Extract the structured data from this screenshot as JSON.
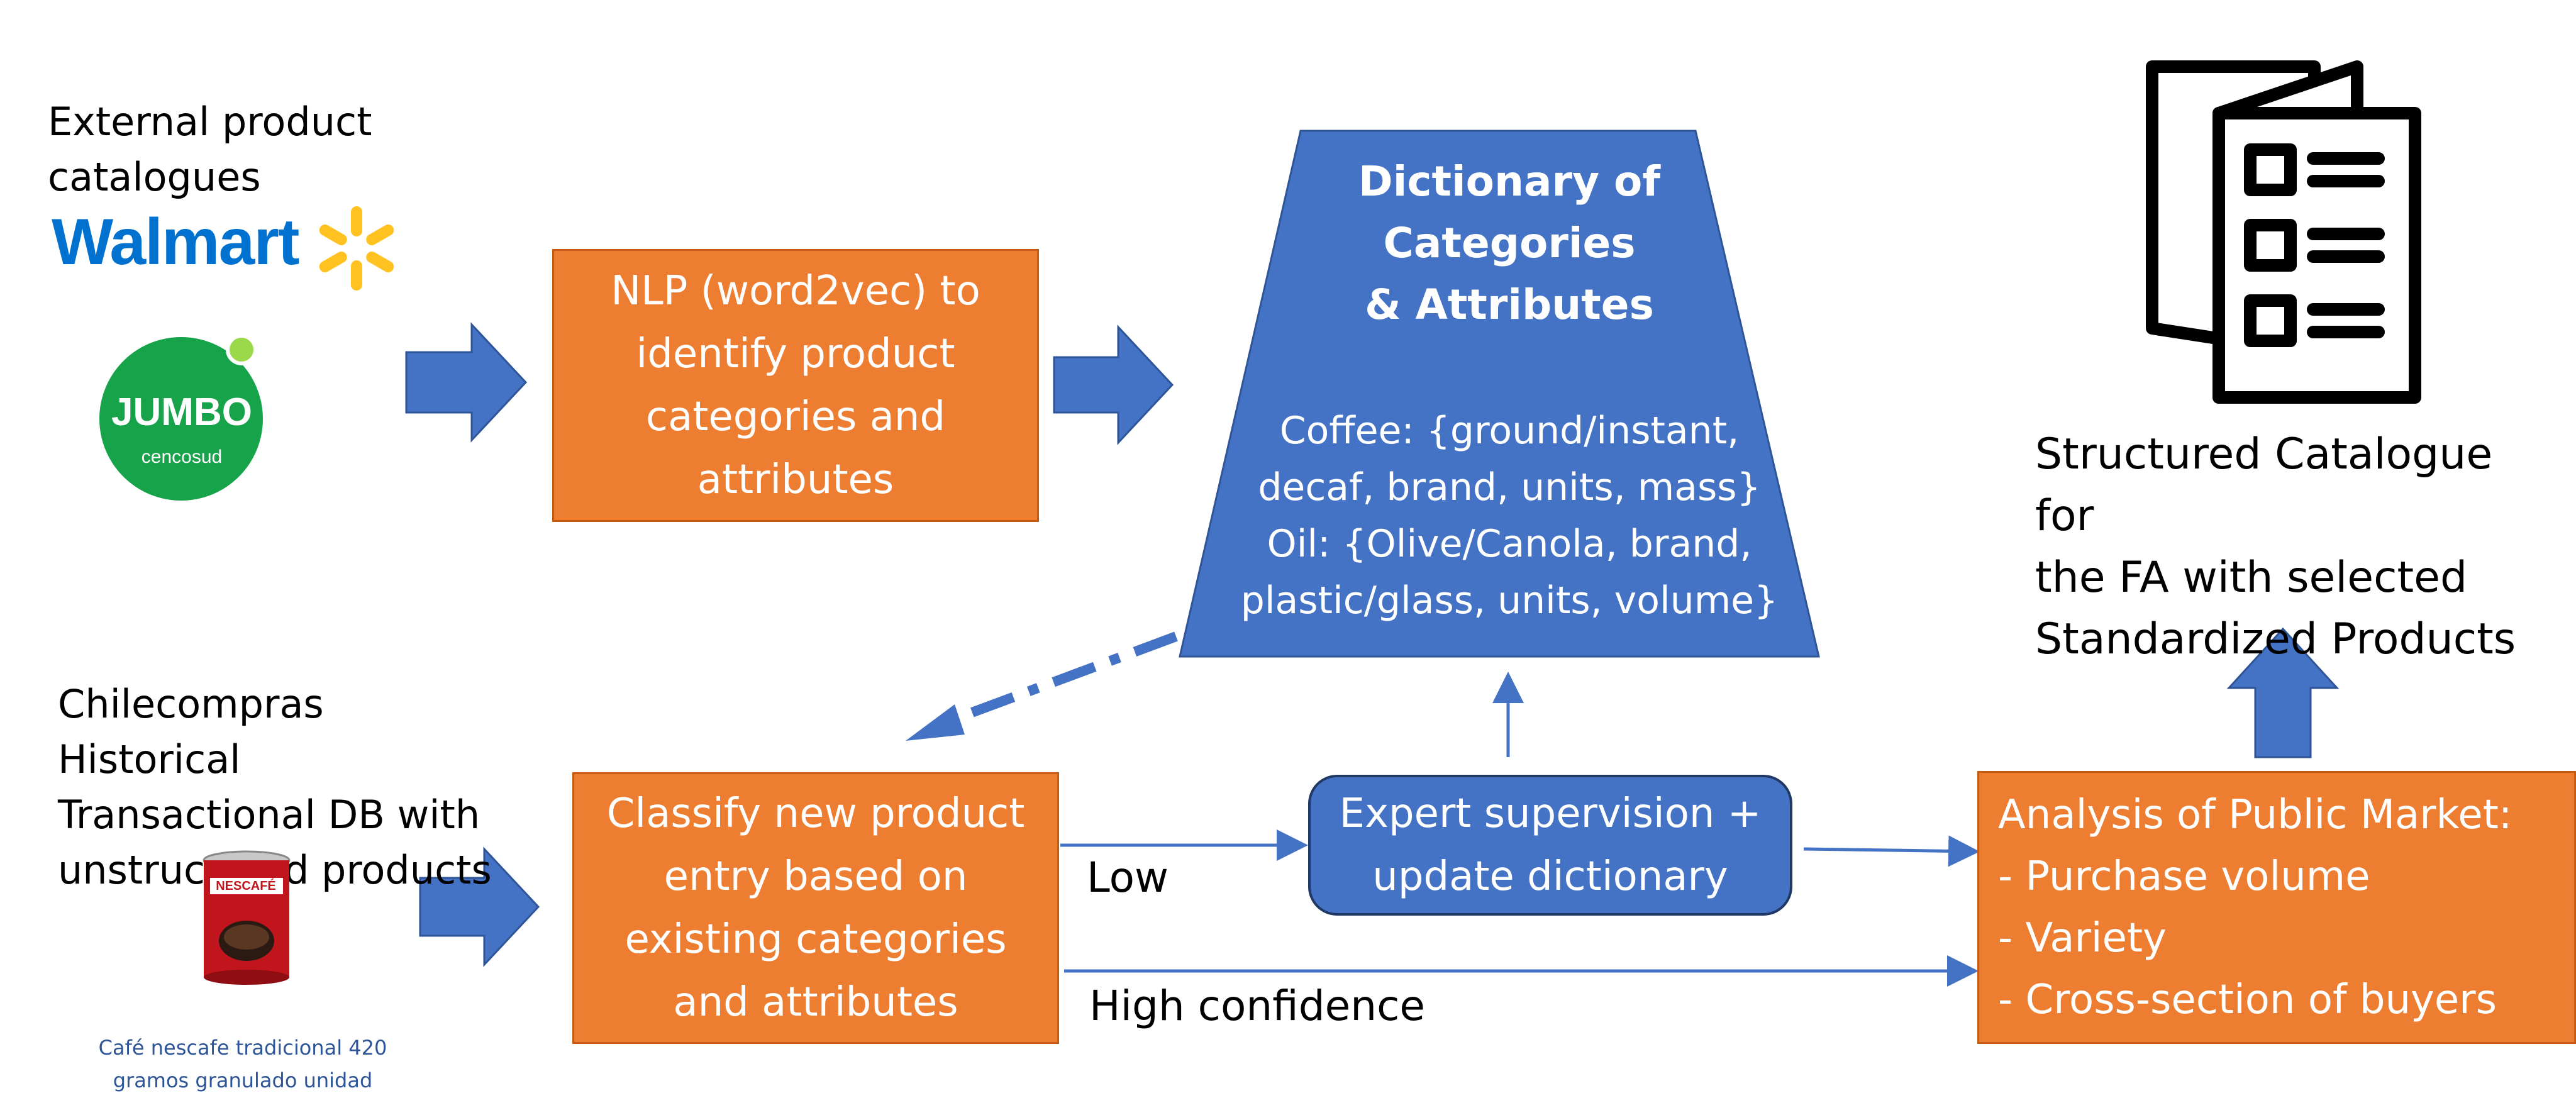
{
  "external_catalogues_label": "External product\ncatalogues",
  "logos": {
    "walmart": "Walmart",
    "jumbo": "JUMBO",
    "jumbo_sub": "cencosud"
  },
  "nlp_box": "NLP (word2vec) to\nidentify product\ncategories and\nattributes",
  "dictionary": {
    "title": "Dictionary of\nCategories\n& Attributes",
    "body": "Coffee: {ground/instant,\ndecaf, brand, units, mass}\nOil: {Olive/Canola, brand,\nplastic/glass, units, volume}"
  },
  "structured_catalogue_label": "Structured Catalogue for\nthe FA with selected\nStandardized Products",
  "chilecompras_label": "Chilecompras Historical\nTransactional DB with\nunstructured products",
  "product_caption": "Café nescafe tradicional 420\ngramos granulado unidad",
  "can_brand": "NESCAFÉ",
  "classify_box": "Classify new product\nentry based on\nexisting categories\nand attributes",
  "expert_box": "Expert supervision +\nupdate dictionary",
  "analysis_box": "Analysis of Public Market:\n- Purchase volume\n- Variety\n- Cross-section of buyers",
  "edge_labels": {
    "low": "Low",
    "high": "High confidence"
  },
  "colors": {
    "orange": "#ED7D31",
    "blue": "#4472C4",
    "arrow_blue": "#4472C4",
    "walmart_blue": "#0071CE",
    "walmart_yellow": "#FFC220",
    "jumbo_green": "#16A34A"
  }
}
